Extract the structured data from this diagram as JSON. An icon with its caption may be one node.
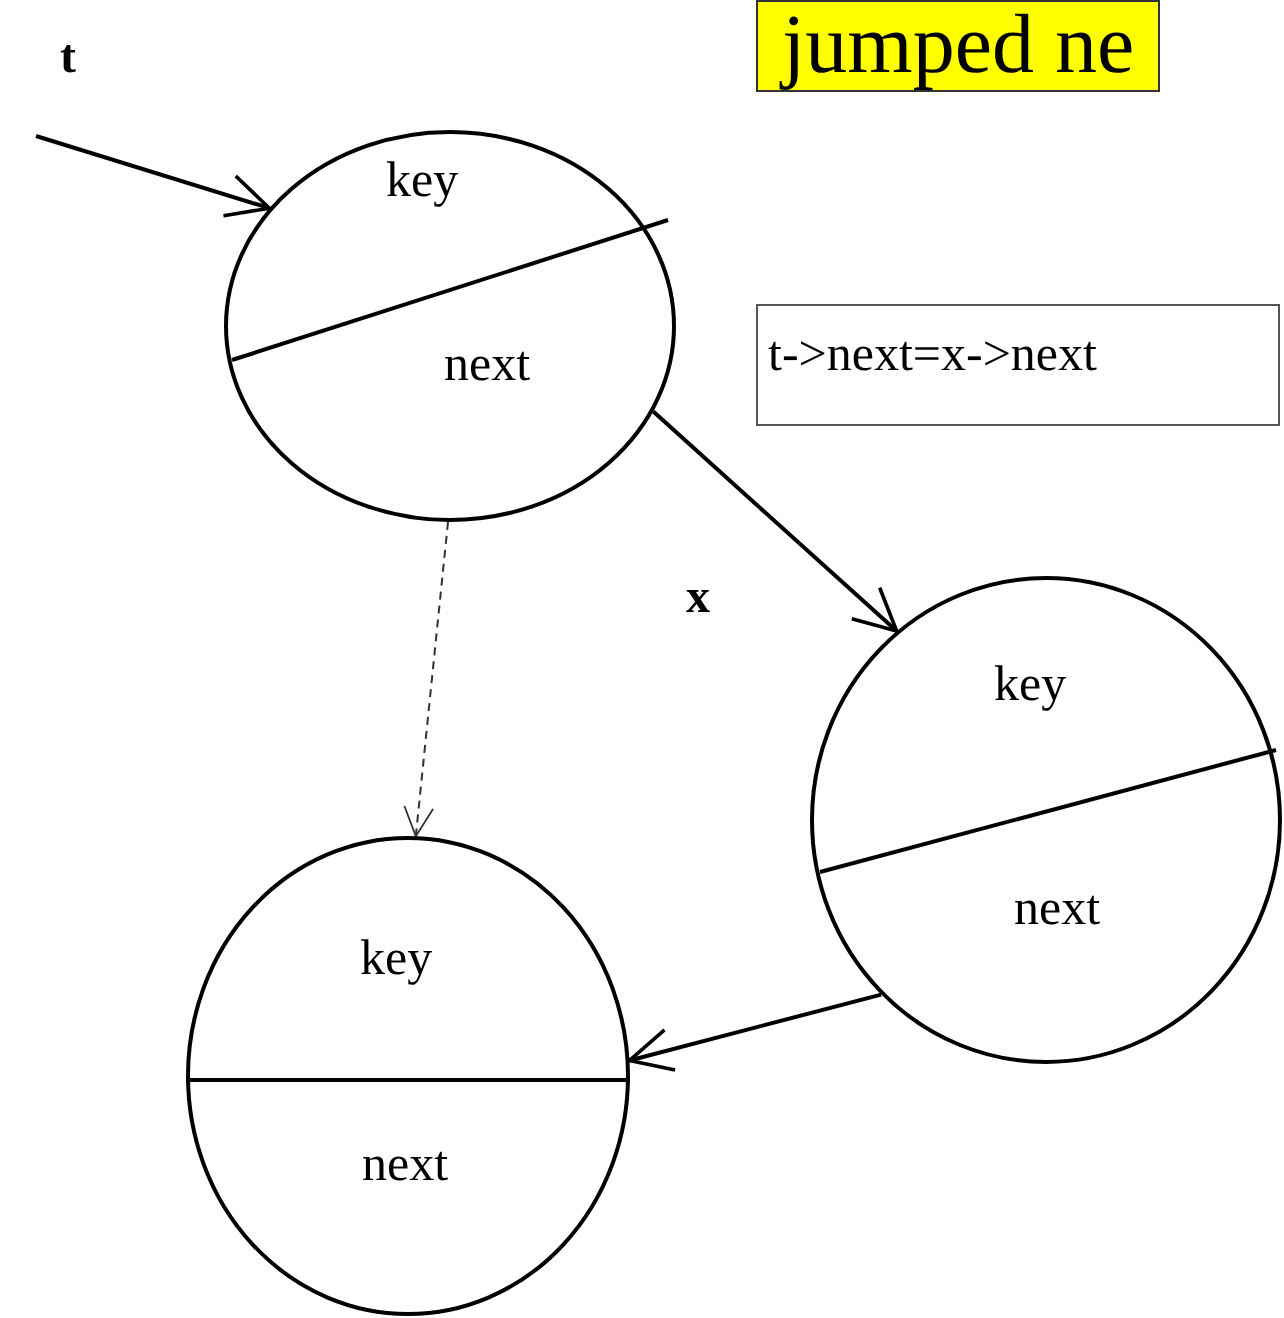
{
  "diagram": {
    "title": "jumped ne",
    "nodes": [
      {
        "text": [
          "key",
          "next"
        ]
      },
      {
        "text": [
          "key",
          "next"
        ]
      },
      {
        "text": [
          "key",
          "next"
        ]
      },
      {
        "text": [
          "t->next=x->next"
        ]
      }
    ],
    "edges": [
      {
        "from": null,
        "to": 0,
        "arrow": "to"
      },
      {
        "from": 0,
        "to": 1,
        "arrow": "to"
      },
      {
        "from": 0,
        "to": 2,
        "arrow": "to",
        "style": "dashed"
      },
      {
        "from": 1,
        "to": 2,
        "arrow": "to"
      }
    ],
    "labels": [
      "t",
      "x"
    ]
  }
}
